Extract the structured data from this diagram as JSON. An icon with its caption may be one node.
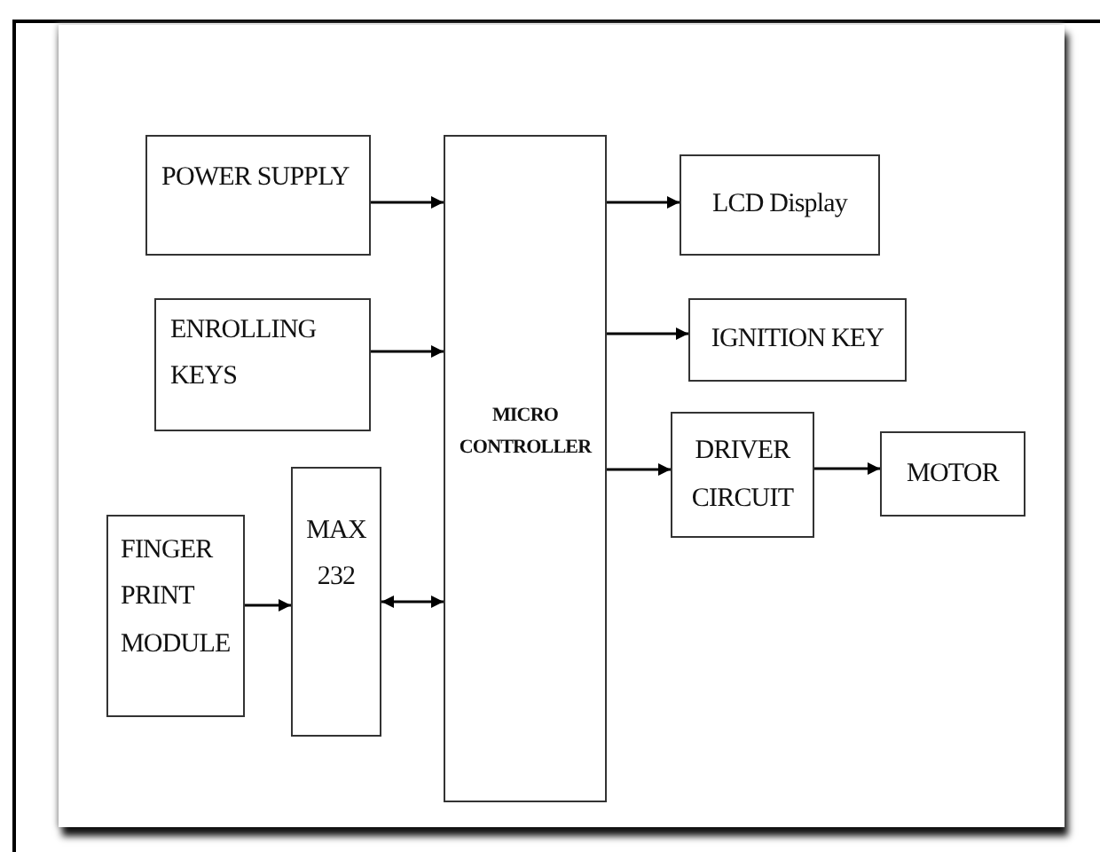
{
  "diagram": {
    "nodes": [
      {
        "text": [
          "POWER SUPPLY"
        ]
      },
      {
        "text": [
          "ENROLLING KEYS"
        ]
      },
      {
        "text": [
          "FINGER PRINT MODULE"
        ]
      },
      {
        "text": [
          "MAX 232"
        ]
      },
      {
        "text": [
          "MICRO CONTROLLER"
        ]
      },
      {
        "text": [
          "LCD Display"
        ]
      },
      {
        "text": [
          "IGNITION KEY"
        ]
      },
      {
        "text": [
          "DRIVER CIRCUIT"
        ]
      },
      {
        "text": [
          "MOTOR"
        ]
      }
    ],
    "edges": [
      {
        "from": 0,
        "to": 4,
        "arrow": "to"
      },
      {
        "from": 1,
        "to": 4,
        "arrow": "to"
      },
      {
        "from": 2,
        "to": 3,
        "arrow": "to"
      },
      {
        "from": 3,
        "to": 4,
        "arrow": "both"
      },
      {
        "from": 4,
        "to": 5,
        "arrow": "to"
      },
      {
        "from": 4,
        "to": 6,
        "arrow": "to"
      },
      {
        "from": 4,
        "to": 7,
        "arrow": "to"
      },
      {
        "from": 7,
        "to": 8,
        "arrow": "to"
      }
    ]
  }
}
